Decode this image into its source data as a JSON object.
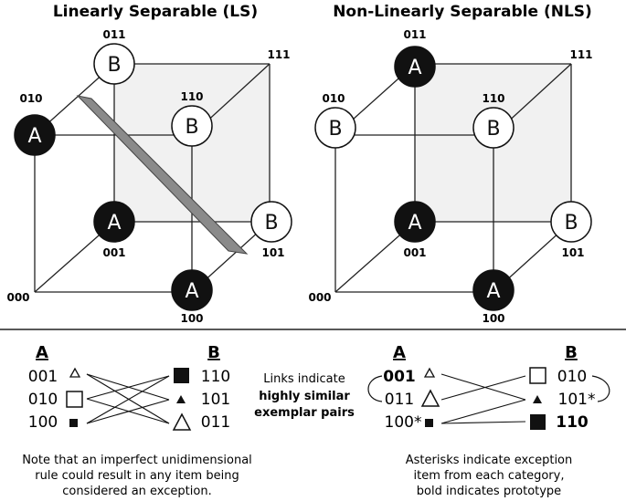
{
  "titles": {
    "left": "Linearly Separable (LS)",
    "right": "Non-Linearly Separable (NLS)"
  },
  "corner_labels": {
    "c000": "000",
    "c001": "001",
    "c010": "010",
    "c011": "011",
    "c100": "100",
    "c101": "101",
    "c110": "110",
    "c111": "111"
  },
  "ls_nodes": {
    "n010": "A",
    "n011": "B",
    "n110": "B",
    "n001": "A",
    "n101": "B",
    "n100": "A"
  },
  "nls_nodes": {
    "n010": "B",
    "n011": "A",
    "n110": "B",
    "n001": "A",
    "n101": "B",
    "n100": "A"
  },
  "ls_legend": {
    "head_a": "A",
    "head_b": "B",
    "a_items": [
      "001",
      "010",
      "100"
    ],
    "b_items": [
      "110",
      "101",
      "011"
    ]
  },
  "links_note": {
    "line1": "Links indicate",
    "line2": "highly similar",
    "line3": "exemplar pairs"
  },
  "nls_legend": {
    "head_a": "A",
    "head_b": "B",
    "a_items": [
      "001",
      "011",
      "100*"
    ],
    "b_items": [
      "010",
      "101*",
      "110"
    ]
  },
  "notes": {
    "ls_line1": "Note that an imperfect unidimensional",
    "ls_line2": "rule could result in any item being",
    "ls_line3": "considered an exception.",
    "nls_line1": "Asterisks indicate exception",
    "nls_line2": "item from each category,",
    "nls_line3": "bold indicates prototype"
  },
  "colors": {
    "category_a_fill": "#111111",
    "category_b_fill": "#ffffff",
    "back_face": "#f1f1f1",
    "separating_plane": "#8a8a8a"
  }
}
